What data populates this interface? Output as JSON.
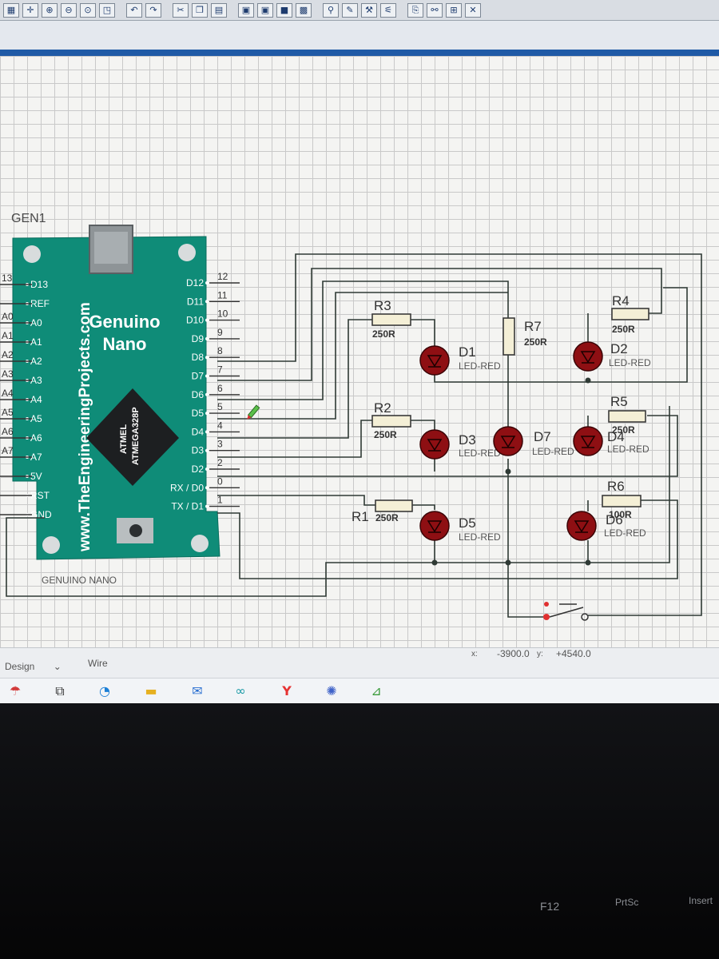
{
  "toolbar": {
    "icons": [
      "grid-icon",
      "origin-icon",
      "zoom-in-icon",
      "zoom-out-icon",
      "zoom-all-icon",
      "zoom-area-icon",
      "undo-icon",
      "redo-icon",
      "cut-icon",
      "copy-icon",
      "paste-icon",
      "block-copy-icon",
      "block-move-icon",
      "block-rotate-icon",
      "block-delete-icon",
      "pick-icon",
      "make-device-icon",
      "package-icon",
      "decompose-icon",
      "wire-autorouter-icon",
      "search-icon",
      "property-icon",
      "netlist-icon",
      "bom-icon"
    ]
  },
  "schematic": {
    "board_ref": "GEN1",
    "board_title_1": "Genuino",
    "board_title_2": "Nano",
    "board_footer": "GENUINO NANO",
    "watermark": "www.TheEngineeringProjects.com",
    "chip_line_1": "ATMEL",
    "chip_line_2": "ATMEGA328P",
    "left_pins": [
      {
        "label": "D13",
        "net": "13"
      },
      {
        "label": "REF",
        "net": ""
      },
      {
        "label": "A0",
        "net": "A0"
      },
      {
        "label": "A1",
        "net": "A1"
      },
      {
        "label": "A2",
        "net": "A2"
      },
      {
        "label": "A3",
        "net": "A3"
      },
      {
        "label": "A4",
        "net": "A4"
      },
      {
        "label": "A5",
        "net": "A5"
      },
      {
        "label": "A6",
        "net": "A6"
      },
      {
        "label": "A7",
        "net": "A7"
      },
      {
        "label": "5V",
        "net": ""
      },
      {
        "label": "RST",
        "net": ""
      },
      {
        "label": "GND",
        "net": ""
      }
    ],
    "right_pins": [
      {
        "label": "D12",
        "num": "12"
      },
      {
        "label": "D11",
        "num": "11"
      },
      {
        "label": "D10",
        "num": "10"
      },
      {
        "label": "D9",
        "num": "9"
      },
      {
        "label": "D8",
        "num": "8"
      },
      {
        "label": "D7",
        "num": "7"
      },
      {
        "label": "D6",
        "num": "6"
      },
      {
        "label": "D5",
        "num": "5"
      },
      {
        "label": "D4",
        "num": "4"
      },
      {
        "label": "D3",
        "num": "3"
      },
      {
        "label": "D2",
        "num": "2"
      },
      {
        "label": "RX / D0",
        "num": "0"
      },
      {
        "label": "TX / D1",
        "num": "1"
      }
    ],
    "resistors": [
      {
        "ref": "R3",
        "value": "250R"
      },
      {
        "ref": "R7",
        "value": "250R"
      },
      {
        "ref": "R4",
        "value": "250R"
      },
      {
        "ref": "R2",
        "value": "250R"
      },
      {
        "ref": "R5",
        "value": "250R"
      },
      {
        "ref": "R1",
        "value": "250R"
      },
      {
        "ref": "R6",
        "value": "100R"
      }
    ],
    "leds": [
      {
        "ref": "D1",
        "type": "LED-RED"
      },
      {
        "ref": "D2",
        "type": "LED-RED"
      },
      {
        "ref": "D3",
        "type": "LED-RED"
      },
      {
        "ref": "D7",
        "type": "LED-RED"
      },
      {
        "ref": "D4",
        "type": "LED-RED"
      },
      {
        "ref": "D5",
        "type": "LED-RED"
      },
      {
        "ref": "D6",
        "type": "LED-RED"
      }
    ]
  },
  "status": {
    "mode": "Design",
    "tool": "Wire",
    "x_label": "x:",
    "x_value": "-3900.0",
    "y_label": "y:",
    "y_value": "+4540.0"
  },
  "taskbar": {
    "icons": [
      "weather-icon",
      "task-view-icon",
      "edge-icon",
      "file-explorer-icon",
      "mail-icon",
      "arduino-icon",
      "yandex-icon",
      "proteus-isis-icon",
      "chart-app-icon"
    ]
  },
  "keyboard": {
    "keys": [
      "F12",
      "PrtSc",
      "Insert"
    ]
  }
}
